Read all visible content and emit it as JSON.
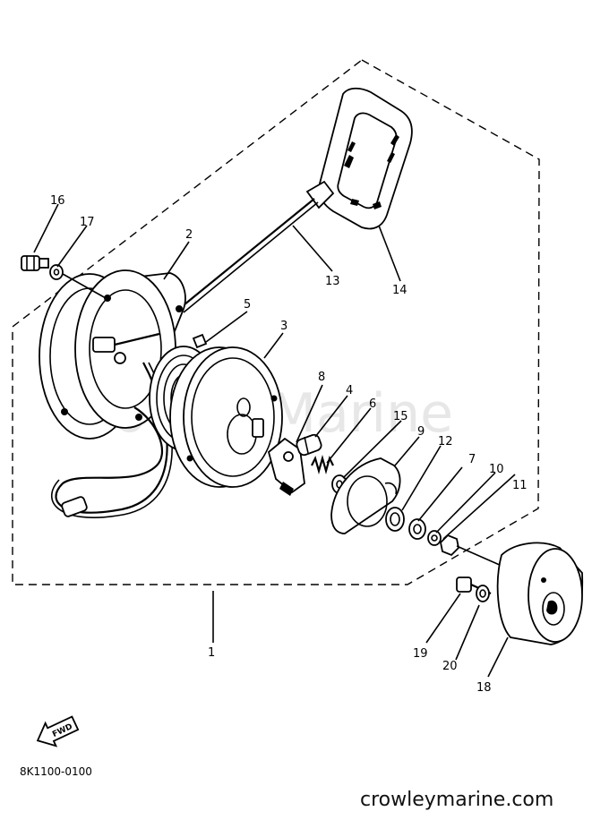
{
  "watermark": "crowleyMarine",
  "site_label": "crowleymarine.com",
  "diagram_code": "8K1100-0100",
  "fwd_label": "FWD",
  "callouts": [
    "1",
    "2",
    "3",
    "4",
    "5",
    "6",
    "7",
    "8",
    "9",
    "10",
    "11",
    "12",
    "13",
    "14",
    "15",
    "16",
    "17",
    "18",
    "19",
    "20"
  ]
}
